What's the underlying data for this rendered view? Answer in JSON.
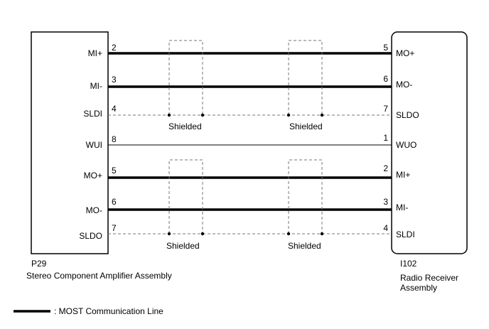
{
  "left": {
    "id": "P29",
    "name": "Stereo Component Amplifier Assembly",
    "pins": [
      {
        "num": "2",
        "label": "MI+"
      },
      {
        "num": "3",
        "label": "MI-"
      },
      {
        "num": "4",
        "label": "SLDI"
      },
      {
        "num": "8",
        "label": "WUI"
      },
      {
        "num": "5",
        "label": "MO+"
      },
      {
        "num": "6",
        "label": "MO-"
      },
      {
        "num": "7",
        "label": "SLDO"
      }
    ]
  },
  "right": {
    "id": "I102",
    "name_line1": "Radio Receiver",
    "name_line2": "Assembly",
    "pins": [
      {
        "num": "5",
        "label": "MO+"
      },
      {
        "num": "6",
        "label": "MO-"
      },
      {
        "num": "7",
        "label": "SLDO"
      },
      {
        "num": "1",
        "label": "WUO"
      },
      {
        "num": "2",
        "label": "MI+"
      },
      {
        "num": "3",
        "label": "MI-"
      },
      {
        "num": "4",
        "label": "SLDI"
      }
    ]
  },
  "shield_label": "Shielded",
  "legend": {
    "label": ": MOST Communication Line"
  }
}
